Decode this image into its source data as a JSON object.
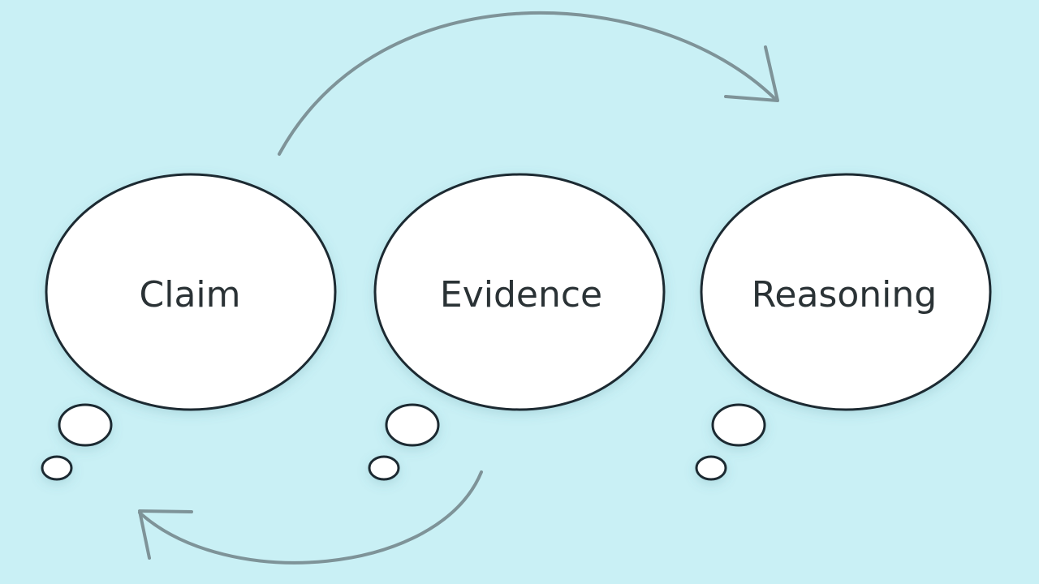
{
  "diagram": {
    "background_color": "#c9f0f5",
    "arrow_color": "#7e9398",
    "bubble_fill": "#ffffff",
    "bubble_stroke": "#1f2a30",
    "nodes": [
      {
        "label": "Claim"
      },
      {
        "label": "Evidence"
      },
      {
        "label": "Reasoning"
      }
    ]
  }
}
